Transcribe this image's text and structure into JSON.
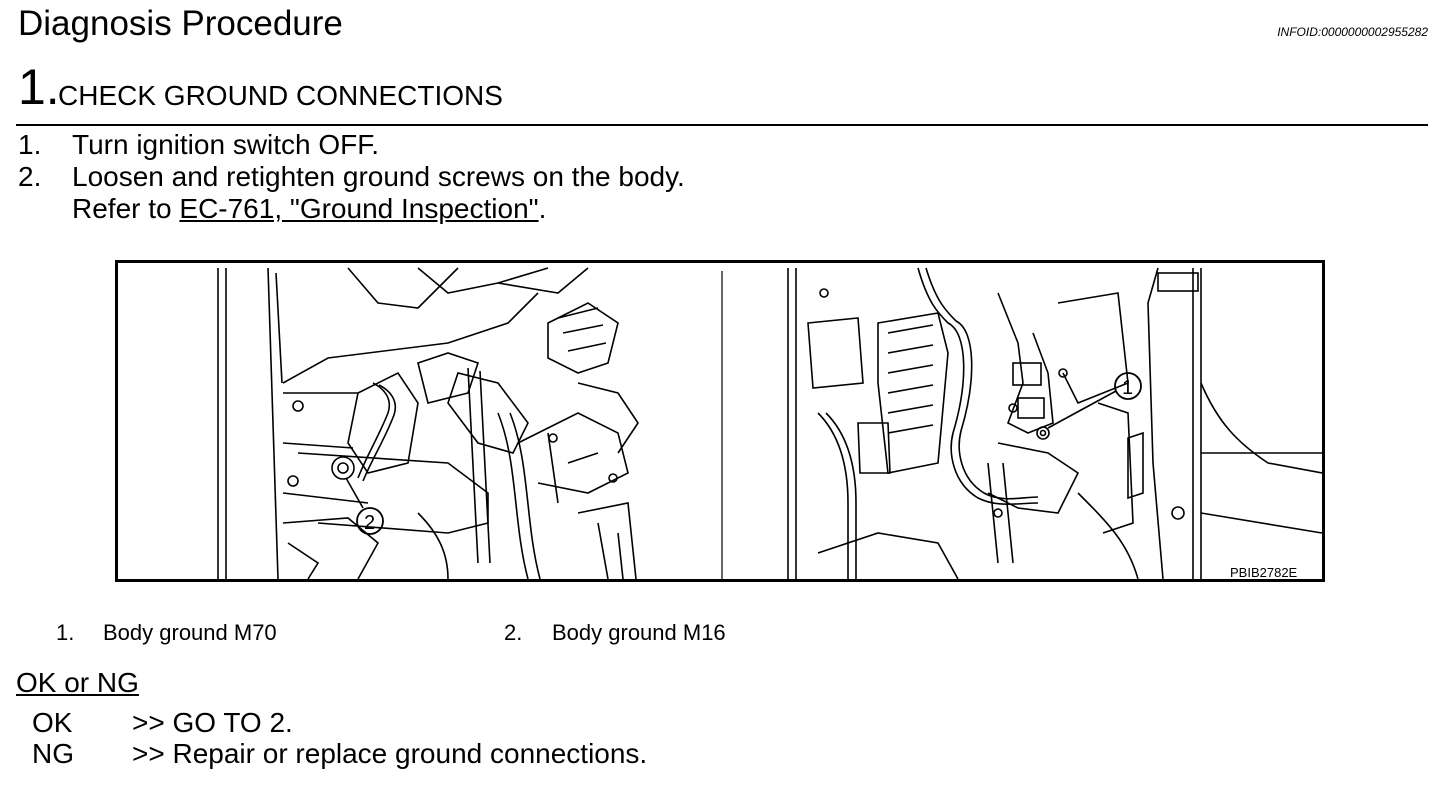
{
  "header": {
    "title": "Diagnosis Procedure",
    "info_id": "INFOID:0000000002955282"
  },
  "step": {
    "number": "1.",
    "title": "CHECK GROUND CONNECTIONS"
  },
  "instructions": [
    {
      "num": "1.",
      "text": "Turn ignition switch OFF."
    },
    {
      "num": "2.",
      "text": "Loosen and retighten ground screws on the body."
    }
  ],
  "reference": {
    "prefix": "Refer to ",
    "link": "EC-761, \"Ground Inspection\"",
    "suffix": "."
  },
  "figure": {
    "code": "PBIB2782E",
    "callouts": [
      "1",
      "2"
    ]
  },
  "legend": [
    {
      "num": "1.",
      "text": "Body ground M70"
    },
    {
      "num": "2.",
      "text": "Body ground M16"
    }
  ],
  "results": {
    "heading": "OK or NG",
    "items": [
      {
        "label": "OK",
        "action": ">> GO TO 2."
      },
      {
        "label": "NG",
        "action": ">> Repair or replace ground connections."
      }
    ]
  }
}
